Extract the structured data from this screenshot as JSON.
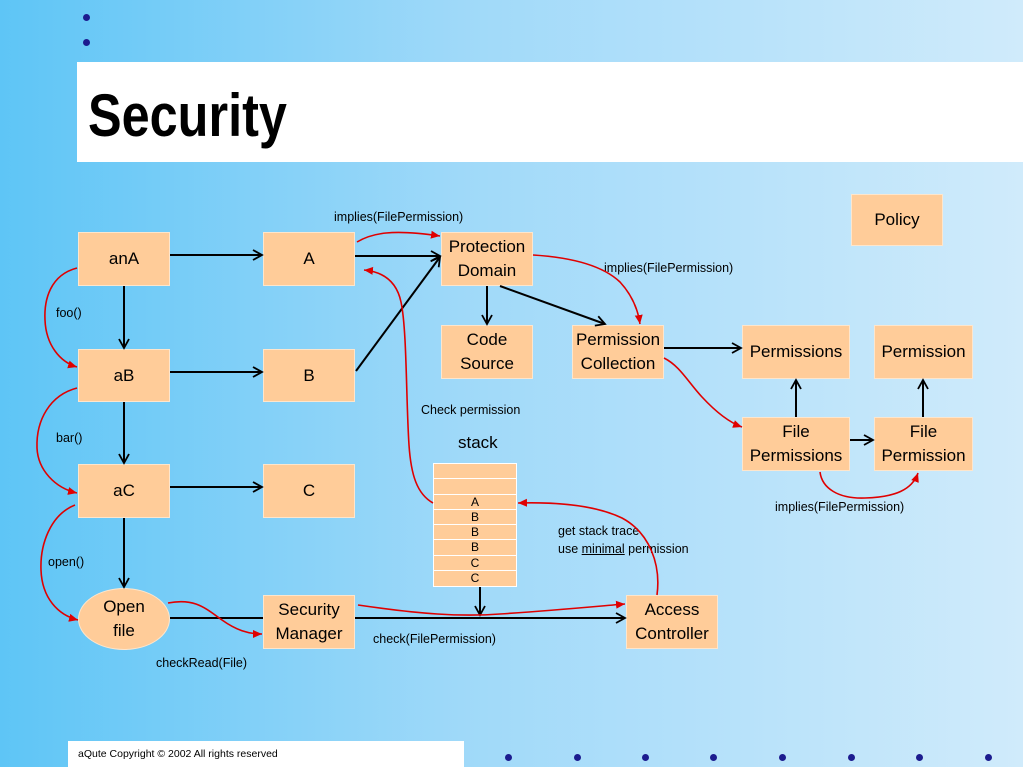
{
  "slide": {
    "title": "Security",
    "footer": "aQute Copyright © 2002 All rights reserved"
  },
  "colors": {
    "background_left": "#5ec5f6",
    "background_mid": "#9fd9f9",
    "background_right": "#d0ebfb",
    "node_fill": "#ffcc99",
    "node_border": "#fde6cd",
    "arrow_black": "#000000",
    "call_red": "#e00000",
    "bullet": "#1c1c8f"
  },
  "nodes": {
    "ana": "anA",
    "a": "A",
    "protection_domain": "Protection\nDomain",
    "policy": "Policy",
    "ab": "aB",
    "b": "B",
    "code_source": "Code\nSource",
    "permission_collection": "Permission\nCollection",
    "permissions": "Permissions",
    "permission": "Permission",
    "ac": "aC",
    "c": "C",
    "file_permissions": "File\nPermissions",
    "file_permission": "File\nPermission",
    "open_file": "Open\nfile",
    "security_manager": "Security\nManager",
    "access_controller": "Access\nController"
  },
  "stack": {
    "label": "stack",
    "frames": [
      "A",
      "B",
      "B",
      "B",
      "C",
      "C"
    ]
  },
  "edge_labels": {
    "implies_a_to_protection_domain": "implies(FilePermission)",
    "implies_protection_domain_to_collection": "implies(FilePermission)",
    "implies_file_permissions_to_file_permission": "implies(FilePermission)",
    "foo": "foo()",
    "bar": "bar()",
    "open": "open()",
    "check_permission": "Check permission",
    "check_file_permission": "check(FilePermission)",
    "check_read": "checkRead(File)",
    "get_stack_trace": "get stack trace",
    "use_minimal_permission": {
      "before": "use ",
      "emphasis": "minimal",
      "after": " permission"
    }
  }
}
